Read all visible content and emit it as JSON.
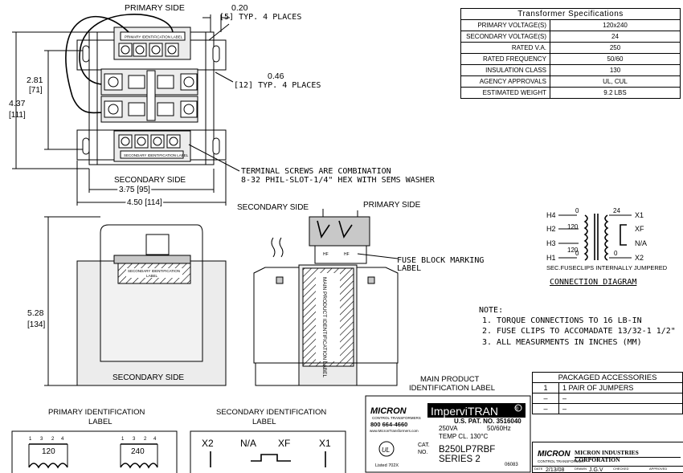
{
  "spec_table": {
    "title": "Transformer Specifications",
    "rows": [
      {
        "label": "PRIMARY VOLTAGE(S)",
        "value": "120x240"
      },
      {
        "label": "SECONDARY VOLTAGE(S)",
        "value": "24"
      },
      {
        "label": "RATED V.A.",
        "value": "250"
      },
      {
        "label": "RATED FREQUENCY",
        "value": "50/60"
      },
      {
        "label": "INSULATION CLASS",
        "value": "130"
      },
      {
        "label": "AGENCY APPROVALS",
        "value": "UL, CUL"
      },
      {
        "label": "ESTIMATED WEIGHT",
        "value": "9.2 LBS"
      }
    ]
  },
  "top_view": {
    "primary_side": "PRIMARY SIDE",
    "primary_id_label": "PRIMARY IDENTIFICATION LABEL",
    "secondary_id_label": "SECONDARY IDENTIFICATION LABEL",
    "dim_020": "0.20",
    "dim_020_note": "[5] TYP. 4 PLACES",
    "dim_046": "0.46",
    "dim_046_note": "[12] TYP. 4 PLACES",
    "dim_281": "2.81",
    "dim_281_mm": "[71]",
    "dim_437": "4.37",
    "dim_437_mm": "[111]",
    "secondary_side": "SECONDARY SIDE",
    "dim_375": "3.75 [95]",
    "dim_450": "4.50 [114]",
    "terminal_note_1": "TERMINAL SCREWS ARE COMBINATION",
    "terminal_note_2": "8-32 PHIL-SLOT-1/4\" HEX WITH SEMS WASHER"
  },
  "front_view": {
    "secondary_side_top": "SECONDARY SIDE",
    "secondary_side_bottom": "SECONDARY SIDE",
    "dim_528": "5.28",
    "dim_528_mm": "[134]",
    "label_text_1": "SECONDARY IDENTIFICATION",
    "label_text_2": "LABEL"
  },
  "side_view": {
    "primary_side": "PRIMARY SIDE",
    "fuse_label_1": "FUSE BLOCK MARKING",
    "fuse_label_2": "LABEL",
    "vertical_label": "MAIN PRODUCT IDENTIFICATION LABEL",
    "fuse_marks": [
      "HF",
      "HF"
    ]
  },
  "connection": {
    "h_labels": [
      "H4",
      "H2",
      "H3",
      "H1"
    ],
    "x_labels": [
      "X1",
      "XF",
      "N/A",
      "X2"
    ],
    "v_primary": "120",
    "v_secondary": "24",
    "zeros": [
      "0",
      "0",
      "0",
      "0"
    ],
    "note": "SEC.FUSECLIPS INTERNALLY JUMPERED",
    "title": "CONNECTION DIAGRAM"
  },
  "notes": {
    "header": "NOTE:",
    "items": [
      "1. TORQUE CONNECTIONS TO 16 LB-IN",
      "2. FUSE CLIPS TO ACCOMADATE 13/32-1 1/2\"",
      "3. ALL MEASURMENTS IN INCHES (MM)"
    ]
  },
  "accessories": {
    "title": "PACKAGED ACCESSORIES",
    "rows": [
      {
        "qty": "1",
        "desc": "1 PAIR OF JUMPERS"
      },
      {
        "qty": "–",
        "desc": "–"
      },
      {
        "qty": "–",
        "desc": "–"
      }
    ]
  },
  "main_label": {
    "caption_1": "MAIN PRODUCT",
    "caption_2": "IDENTIFICATION LABEL",
    "brand_1": "MICRON",
    "brand_2": "CONTROL TRANSFORMERS",
    "phone": "800 664-4660",
    "web": "www.MicronTransformers.com",
    "product": "ImperviTRAN",
    "reg": "®",
    "patent": "U.S. PAT. NO. 3516040",
    "va": "250VA",
    "hz": "50/60Hz",
    "temp": "TEMP CL. 130°C",
    "cat": "CAT.",
    "no": "NO.",
    "model": "B250LP7RBF",
    "series": "SERIES 2",
    "ul": "Listed 702X",
    "code": "06083"
  },
  "primary_id": {
    "caption_1": "PRIMARY IDENTIFICATION",
    "caption_2": "LABEL",
    "terms": [
      "1",
      "3",
      "2",
      "4"
    ],
    "v1": "120",
    "v2": "240"
  },
  "secondary_id": {
    "caption_1": "SECONDARY IDENTIFICATION",
    "caption_2": "LABEL",
    "terms": [
      "X2",
      "N/A",
      "XF",
      "X1"
    ]
  },
  "title_block": {
    "brand": "MICRON",
    "brand_sub": "CONTROL TRANSFORMER",
    "company": "MICRON INDUSTRIES CORPORATION",
    "date_label": "DATE",
    "date": "2/13/08",
    "drawn_label": "DRAWN",
    "drawn": "J.G.V",
    "checked_label": "CHECKED",
    "approved_label": "APPROVED"
  }
}
